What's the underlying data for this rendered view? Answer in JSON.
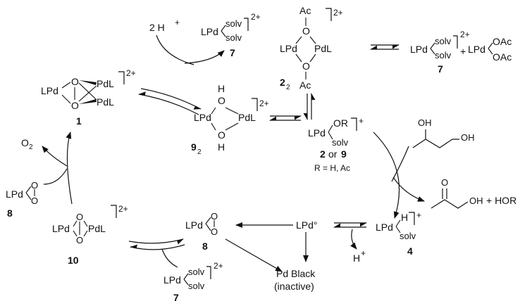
{
  "species": {
    "lpd": "LPd",
    "pdl": "PdL",
    "pd": "Pd",
    "o": "O",
    "h": "H",
    "ac": "Ac",
    "oac": "OAc",
    "solv": "solv",
    "or": "OR",
    "oh": "OH",
    "lpd0": "LPd°"
  },
  "charges": {
    "dication": "2+",
    "plus": "+"
  },
  "compounds": {
    "c1": "1",
    "c2": "2",
    "c4": "4",
    "c7": "7",
    "c8": "8",
    "c9": "9",
    "c10": "10",
    "sub2": "2",
    "or_word": "or"
  },
  "reagents": {
    "two_h": "2 H",
    "h_plus": "H",
    "o2": "O",
    "o2_sub": "2",
    "plus_hor": "+ HOR",
    "plus_sign": "+"
  },
  "notes": {
    "r_def": "R = H, Ac",
    "pd_black": "Pd Black",
    "inactive": "(inactive)"
  }
}
